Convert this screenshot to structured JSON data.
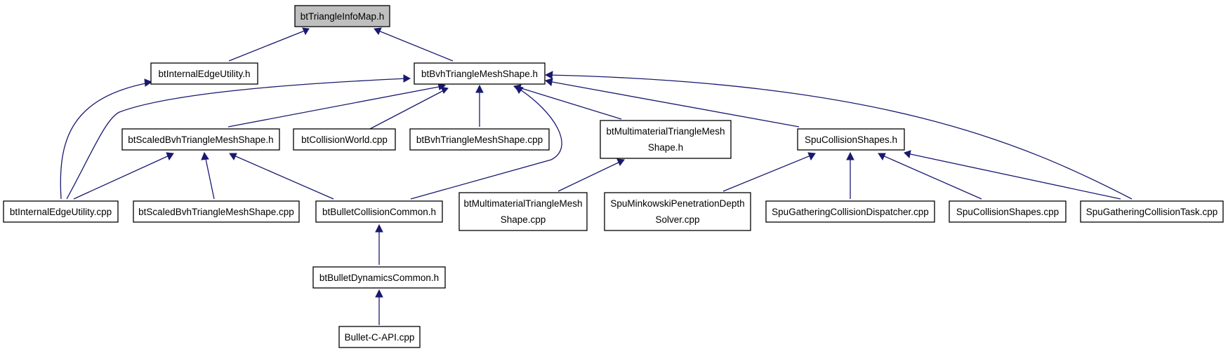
{
  "colors": {
    "edge": "#191970",
    "root_fill": "#bfbfbf",
    "node_fill": "#ffffff",
    "border": "#000000"
  },
  "nodes": {
    "root": "btTriangleInfoMap.h",
    "internal_edge_h": "btInternalEdgeUtility.h",
    "bvh_shape_h": "btBvhTriangleMeshShape.h",
    "scaled_bvh_h": "btScaledBvhTriangleMeshShape.h",
    "collision_world_cpp": "btCollisionWorld.cpp",
    "bvh_shape_cpp": "btBvhTriangleMeshShape.cpp",
    "multimaterial_h": [
      "btMultimaterialTriangleMesh",
      "Shape.h"
    ],
    "spu_shapes_h": "SpuCollisionShapes.h",
    "internal_edge_cpp": "btInternalEdgeUtility.cpp",
    "scaled_bvh_cpp": "btScaledBvhTriangleMeshShape.cpp",
    "bullet_collision_common_h": "btBulletCollisionCommon.h",
    "multimaterial_cpp": [
      "btMultimaterialTriangleMesh",
      "Shape.cpp"
    ],
    "spu_minkowski": [
      "SpuMinkowskiPenetrationDepth",
      "Solver.cpp"
    ],
    "spu_gathering_dispatcher": "SpuGatheringCollisionDispatcher.cpp",
    "spu_shapes_cpp": "SpuCollisionShapes.cpp",
    "spu_gathering_task": "SpuGatheringCollisionTask.cpp",
    "bullet_dynamics_common_h": "btBulletDynamicsCommon.h",
    "bullet_c_api": "Bullet-C-API.cpp"
  }
}
